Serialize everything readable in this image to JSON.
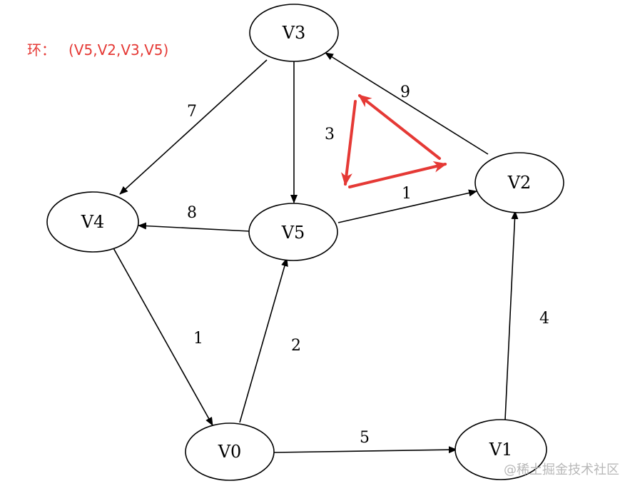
{
  "annotation": {
    "prefix": "环：",
    "cycle": "(V5,V2,V3,V5)",
    "color": "#e53935"
  },
  "graph": {
    "nodes": [
      {
        "id": "V0",
        "label": "V0"
      },
      {
        "id": "V1",
        "label": "V1"
      },
      {
        "id": "V2",
        "label": "V2"
      },
      {
        "id": "V3",
        "label": "V3"
      },
      {
        "id": "V4",
        "label": "V4"
      },
      {
        "id": "V5",
        "label": "V5"
      }
    ],
    "edges": [
      {
        "from": "V3",
        "to": "V4",
        "weight": "7"
      },
      {
        "from": "V3",
        "to": "V5",
        "weight": "3"
      },
      {
        "from": "V2",
        "to": "V3",
        "weight": "9"
      },
      {
        "from": "V5",
        "to": "V2",
        "weight": "1"
      },
      {
        "from": "V5",
        "to": "V4",
        "weight": "8"
      },
      {
        "from": "V4",
        "to": "V0",
        "weight": "1"
      },
      {
        "from": "V0",
        "to": "V5",
        "weight": "2"
      },
      {
        "from": "V0",
        "to": "V1",
        "weight": "5"
      },
      {
        "from": "V1",
        "to": "V2",
        "weight": "4"
      }
    ],
    "highlighted_cycle": [
      "V5",
      "V2",
      "V3",
      "V5"
    ]
  },
  "watermark": "@稀土掘金技术社区"
}
